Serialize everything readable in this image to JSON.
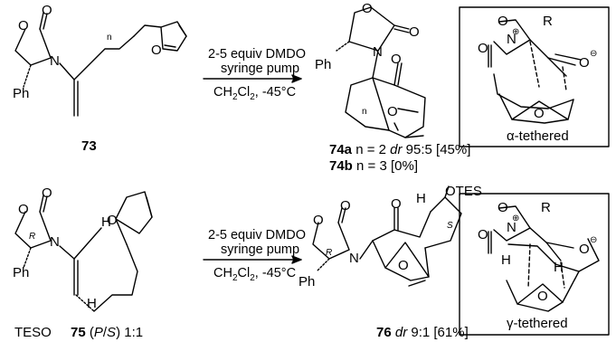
{
  "atoms": {
    "O": "O",
    "N": "N",
    "Ph": "Ph",
    "H": "H",
    "R": "R",
    "S": "S"
  },
  "labels": {
    "n": "n",
    "oplus": "⊕",
    "ominus": "⊖",
    "tes": "OTES",
    "teso": "TESO"
  },
  "reaction1": {
    "conditions_line1": "2-5 equiv DMDO",
    "conditions_line2": "syringe pump",
    "solvent_main": "CH",
    "solvent_sub2a": "2",
    "solvent_mid": "Cl",
    "solvent_sub2b": "2",
    "solvent_temp": ", -45°C",
    "start_label": "73",
    "prod_a_num": "74a",
    "prod_a_text": " n = 2 ",
    "prod_a_dr": "dr",
    "prod_a_val": " 95:5 [45%]",
    "prod_b_num": "74b",
    "prod_b_text": " n = 3 [0%]",
    "box_caption": "α-tethered"
  },
  "reaction2": {
    "conditions_line1": "2-5 equiv DMDO",
    "conditions_line2": "syringe pump",
    "solvent_main": "CH",
    "solvent_sub2a": "2",
    "solvent_mid": "Cl",
    "solvent_sub2b": "2",
    "solvent_temp": ", -45°C",
    "start_num": "75",
    "start_paren_open": " (",
    "start_ps": "P",
    "start_slash": "/",
    "start_s": "S",
    "start_ratio": ") 1:1",
    "prod_num": "76",
    "prod_dr": "dr",
    "prod_val": " 9:1 [61%]",
    "box_caption": "γ-tethered"
  }
}
